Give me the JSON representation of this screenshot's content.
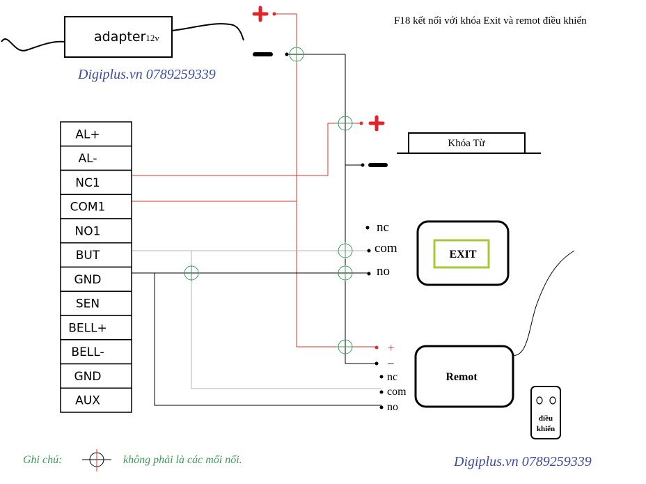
{
  "title": "F18 kết nối với khóa Exit và remot điều khiển",
  "watermark_top": "Digiplus.vn 0789259339",
  "watermark_bottom": "Digiplus.vn 0789259339",
  "adapter": {
    "label": "adapter",
    "voltage": "12v"
  },
  "power_plus": "+",
  "terminals": [
    "AL+",
    "AL-",
    "NC1",
    "COM1",
    "NO1",
    "BUT",
    "GND",
    "SEN",
    "BELL+",
    "BELL-",
    "GND",
    "AUX"
  ],
  "lock": {
    "label": "Khóa Từ"
  },
  "exit": {
    "label": "EXIT",
    "pins": [
      "nc",
      "com",
      "no"
    ]
  },
  "remote": {
    "label": "Remot",
    "power_pins": [
      "+",
      "–"
    ],
    "pins": [
      "nc",
      "com",
      "no"
    ]
  },
  "key_fob": {
    "line1": "điều",
    "line2": "khiển"
  },
  "legend": {
    "prefix": "Ghi chú:",
    "text": "không phải là các mối nối."
  },
  "colors": {
    "red_wire": "#d9342b",
    "black_wire": "#000000",
    "gray_wire": "#b5b5b5",
    "crossover": "#3f9a56",
    "watermark": "#3b4aa3",
    "legend_text": "#3f9a56",
    "exit_frame": "#a6c93a",
    "plus_mark": "#e0242a"
  }
}
